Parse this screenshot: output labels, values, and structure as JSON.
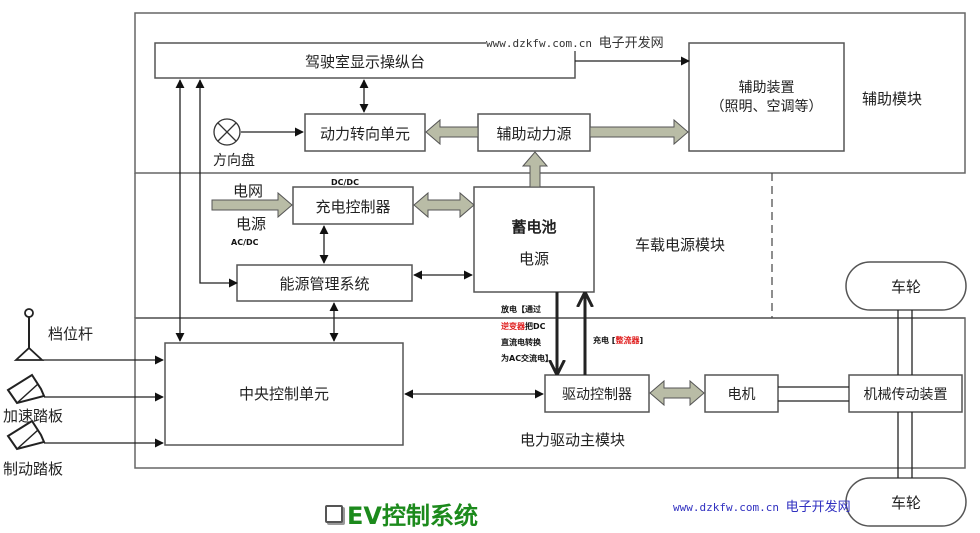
{
  "title": "EV控制系统",
  "modules": {
    "auxiliary": "辅助模块",
    "onboard_power": "车载电源模块",
    "electric_drive": "电力驱动主模块"
  },
  "blocks": {
    "cab_console": "驾驶室显示操纵台",
    "power_steering": "动力转向单元",
    "aux_power_source": "辅助动力源",
    "aux_device_line1": "辅助装置",
    "aux_device_line2": "（照明、空调等）",
    "charge_controller": "充电控制器",
    "battery_line1": "蓄电池",
    "battery_line2": "电源",
    "energy_management": "能源管理系统",
    "central_control": "中央控制单元",
    "drive_controller": "驱动控制器",
    "motor": "电机",
    "mechanical_transmission": "机械传动装置",
    "wheel_top": "车轮",
    "wheel_bottom": "车轮"
  },
  "inputs": {
    "steering_wheel": "方向盘",
    "grid_line1": "电网",
    "grid_line2": "电源",
    "gear_lever": "档位杆",
    "accelerator_pedal": "加速踏板",
    "brake_pedal": "制动踏板"
  },
  "annotations": {
    "dcdc": "DC/DC",
    "acdc": "AC/DC",
    "discharge_1": "放电【通过",
    "discharge_2_red": "逆变器",
    "discharge_2_rest": "把DC",
    "discharge_3": "直流电转换",
    "discharge_4": "为AC交流电】",
    "charge_prefix": "充电 [",
    "charge_red": "整流器",
    "charge_suffix": "]"
  },
  "watermark": {
    "url": "www.dzkfw.com.cn",
    "name": "电子开发网"
  },
  "colors": {
    "fat_arrow": "#b9bca6",
    "title": "#1c8a1c",
    "highlight": "#e02020",
    "watermark_blue": "#3030c0"
  }
}
